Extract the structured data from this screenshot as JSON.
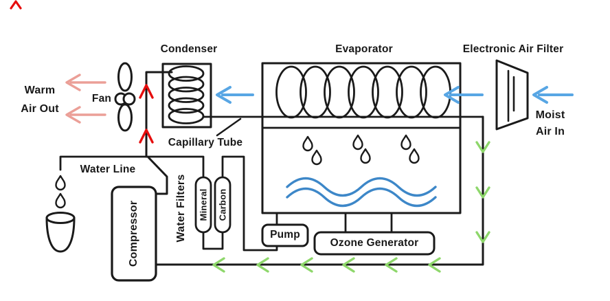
{
  "labels": {
    "condenser": "Condenser",
    "evaporator": "Evaporator",
    "electronic_air_filter": "Electronic Air Filter",
    "warm_air_out_line1": "Warm",
    "warm_air_out_line2": "Air Out",
    "fan": "Fan",
    "capillary_tube": "Capillary Tube",
    "water_line": "Water Line",
    "water_filters": "Water Filters",
    "mineral_filter": "Mineral",
    "carbon_filter": "Carbon",
    "compressor": "Compressor",
    "pump": "Pump",
    "ozone_generator": "Ozone Generator",
    "moist_air_in_line1": "Moist",
    "moist_air_in_line2": "Air In"
  },
  "colors": {
    "outline": "#1a1a1a",
    "hot_refrigerant_arrows": "#e60d0d",
    "warm_air_arrows": "#eb9f97",
    "air_flow_arrows": "#58a6e4",
    "water_waves": "#3d87c8",
    "return_line_arrows": "#8ed76b",
    "background": "#ffffff"
  }
}
